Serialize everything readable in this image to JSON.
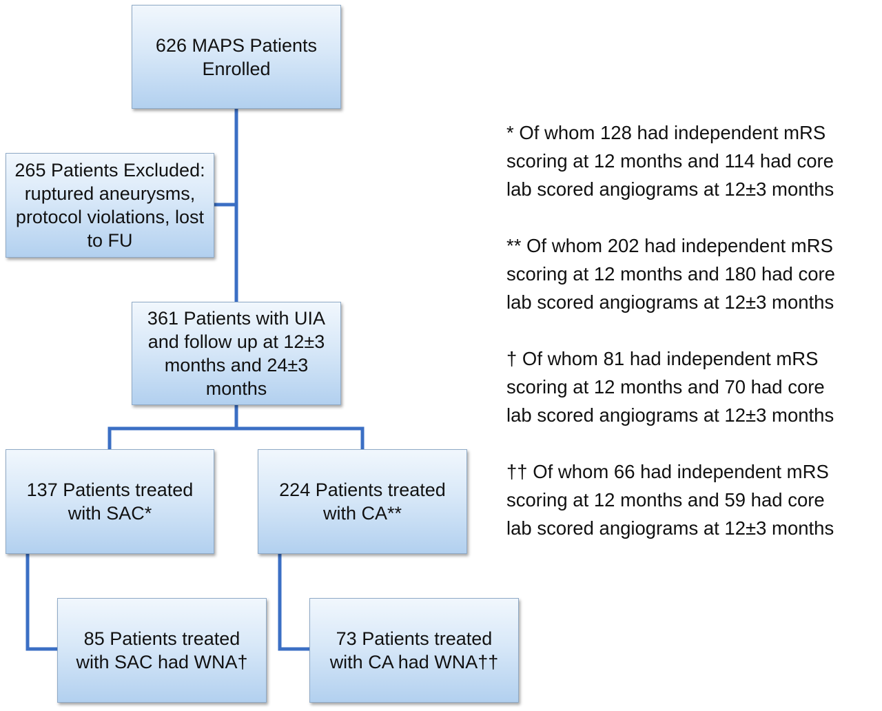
{
  "flowchart": {
    "enrolled": "626 MAPS Patients\nEnrolled",
    "excluded": "265 Patients Excluded:\nruptured aneurysms,\nprotocol violations, lost\nto FU",
    "followup": "361 Patients with UIA\nand follow up at 12±3\nmonths and 24±3\nmonths",
    "sac": "137 Patients treated\nwith SAC*",
    "ca": "224 Patients treated\nwith CA**",
    "sac_wna": "85 Patients treated\nwith SAC had WNA†",
    "ca_wna": "73 Patients treated\nwith CA had WNA††"
  },
  "notes": [
    "* Of whom 128 had independent  mRS\nscoring at 12 months and 114 had core\nlab scored angiograms at 12±3 months",
    "** Of whom 202 had independent mRS\nscoring at 12 months and 180 had core\nlab scored angiograms at 12±3 months",
    "† Of whom 81 had independent mRS\nscoring at 12 months and 70 had core\nlab scored angiograms at 12±3 months",
    "†† Of whom 66 had independent mRS\nscoring at 12 months and 59 had core\nlab scored angiograms at 12±3 months"
  ],
  "colors": {
    "connector": "#3b6fc4",
    "box_border": "#8ea9c6",
    "box_fill_top": "#f1f7fd",
    "box_fill_bottom": "#b2d0ef"
  }
}
